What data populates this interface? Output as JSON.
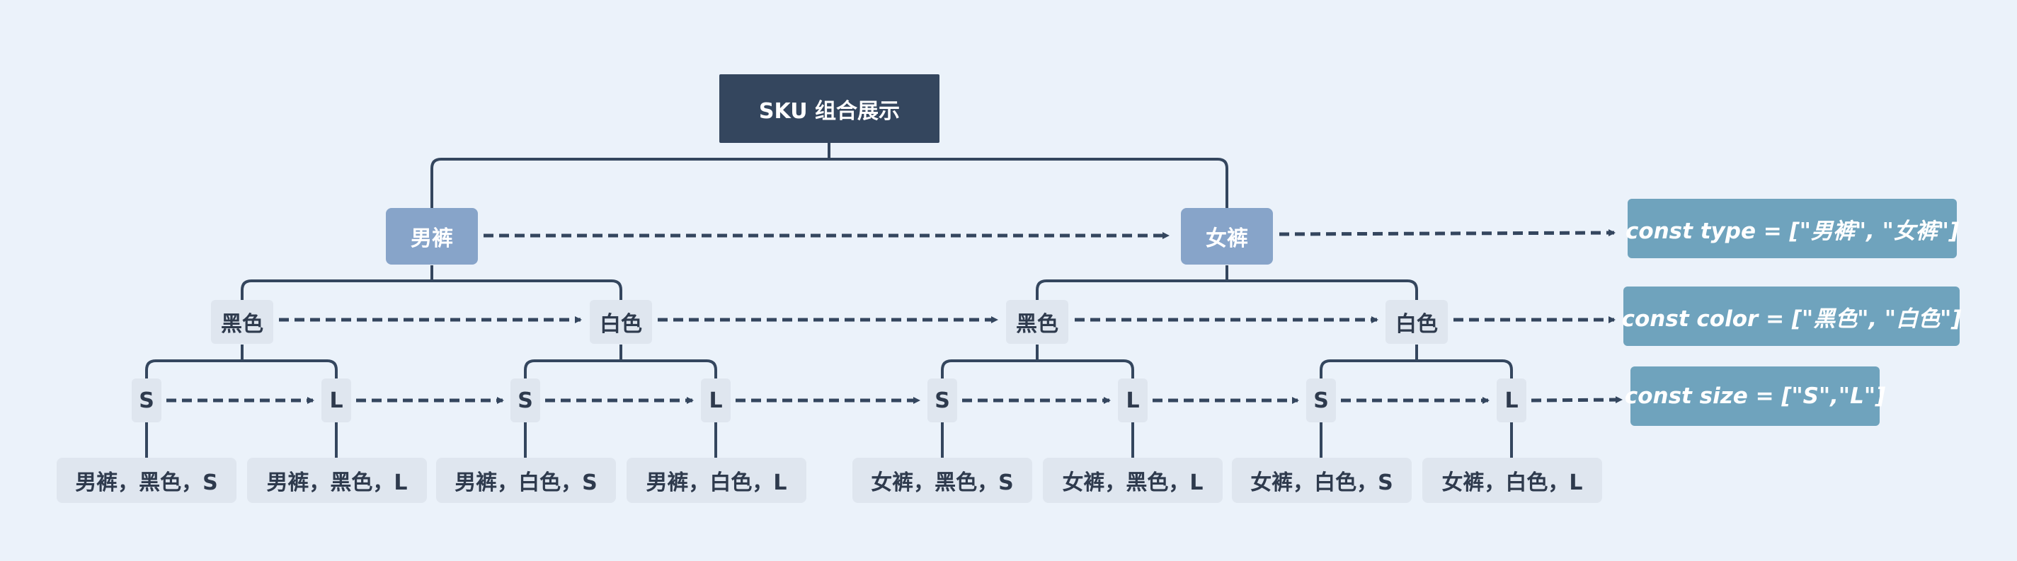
{
  "root": {
    "label": "SKU 组合展示"
  },
  "types": [
    {
      "label": "男裤"
    },
    {
      "label": "女裤"
    }
  ],
  "colors": [
    {
      "label": "黑色"
    },
    {
      "label": "白色"
    },
    {
      "label": "黑色"
    },
    {
      "label": "白色"
    }
  ],
  "sizes": [
    {
      "label": "S"
    },
    {
      "label": "L"
    },
    {
      "label": "S"
    },
    {
      "label": "L"
    },
    {
      "label": "S"
    },
    {
      "label": "L"
    },
    {
      "label": "S"
    },
    {
      "label": "L"
    }
  ],
  "combinations": [
    {
      "label": "男裤，黑色，S"
    },
    {
      "label": "男裤，黑色，L"
    },
    {
      "label": "男裤，白色，S"
    },
    {
      "label": "男裤，白色，L"
    },
    {
      "label": "女裤，黑色，S"
    },
    {
      "label": "女裤，黑色，L"
    },
    {
      "label": "女裤，白色，S"
    },
    {
      "label": "女裤，白色，L"
    }
  ],
  "code": {
    "type_line": "const type = [\"男裤\", \"女裤\"]",
    "color_line": "const color = [\"黑色\", \"白色\"]",
    "size_line": "const size = [\"S\",\"L\"]"
  },
  "colors_palette": {
    "background": "#ebf2fa",
    "root_fill": "#34465e",
    "type_fill": "#87a4c9",
    "light_fill": "#dfe6ef",
    "code_fill": "#6fa3bd",
    "line": "#34465e"
  }
}
